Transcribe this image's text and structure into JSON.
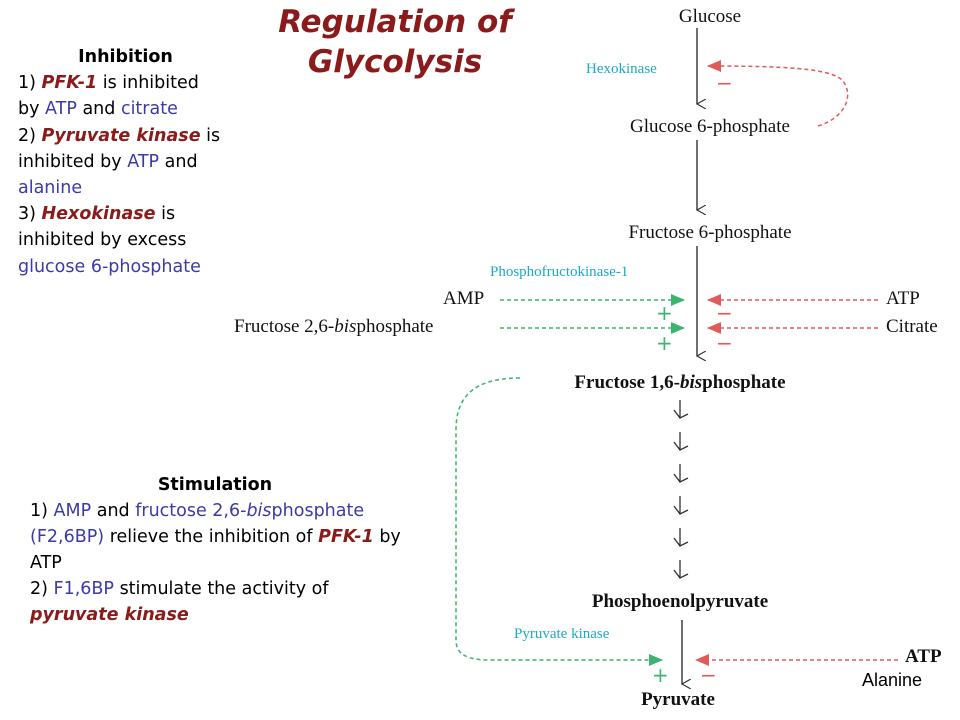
{
  "title": "Regulation of Glycolysis",
  "inhibition": {
    "heading": "Inhibition",
    "item1": {
      "num": "1) ",
      "enzyme": "PFK-1",
      "t1": " is inhibited by ",
      "m1": "ATP",
      "t2": " and ",
      "m2": "citrate"
    },
    "item2": {
      "num": "2) ",
      "enzyme": "Pyruvate kinase",
      "t1": " is inhibited by ",
      "m1": "ATP",
      "t2": " and ",
      "m2": "alanine"
    },
    "item3": {
      "num": "3) ",
      "enzyme": "Hexokinase",
      "t1": " is inhibited by excess ",
      "m1": "glucose 6-phosphate"
    }
  },
  "stimulation": {
    "heading": "Stimulation",
    "item1": {
      "num": "1) ",
      "m1": "AMP",
      "t1": " and ",
      "m2a": "fructose 2,6-",
      "m2b": "bis",
      "m2c": "phosphate (F2,6BP)",
      "t2": " relieve the inhibition of ",
      "enzyme": "PFK-1",
      "t3": " by ATP"
    },
    "item2": {
      "num": "2) ",
      "m1": "F1,6BP",
      "t1": " stimulate the activity of ",
      "enzyme": "pyruvate kinase"
    }
  },
  "pathway": {
    "glucose": "Glucose",
    "hexokinase": "Hexokinase",
    "g6p": "Glucose 6-phosphate",
    "f6p": "Fructose 6-phosphate",
    "pfk1": "Phosphofructokinase-1",
    "amp": "AMP",
    "f26bp_a": "Fructose 2,6-",
    "f26bp_b": "bis",
    "f26bp_c": "phosphate",
    "atp": "ATP",
    "citrate": "Citrate",
    "f16bp_a": "Fructose 1,6-",
    "f16bp_b": "bis",
    "f16bp_c": "phosphate",
    "pep": "Phosphoenolpyruvate",
    "pyruvate_kinase": "Pyruvate kinase",
    "atp2": "ATP",
    "alanine": "Alanine",
    "pyruvate": "Pyruvate",
    "minus": "−",
    "plus": "+"
  },
  "colors": {
    "inhibit": "#e05a5a",
    "activate": "#3cb371",
    "enzyme_label": "#1ca9c9",
    "title": "#8b1a1a"
  }
}
